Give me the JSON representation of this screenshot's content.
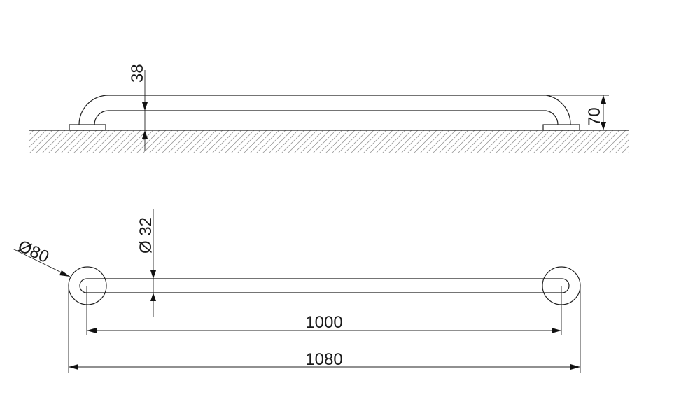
{
  "dimensions": {
    "bar_offset_height": "38",
    "overall_projection": "70",
    "flange_diameter": "Ø80",
    "tube_diameter": "Ø 32",
    "center_distance": "1000",
    "overall_length": "1080"
  }
}
